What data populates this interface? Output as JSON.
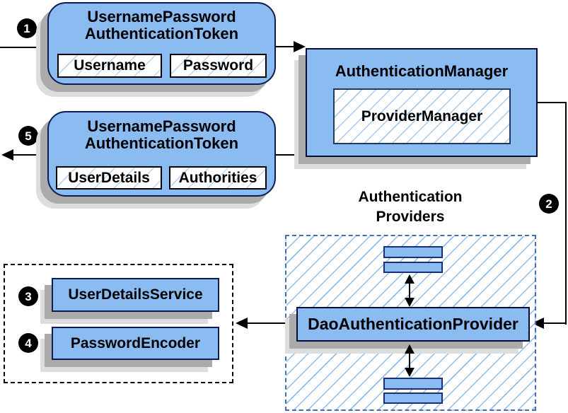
{
  "badges": {
    "step1": "1",
    "step2": "2",
    "step3": "3",
    "step4": "4",
    "step5": "5"
  },
  "request_token": {
    "title_line1": "UsernamePassword",
    "title_line2": "AuthenticationToken",
    "field_username": "Username",
    "field_password": "Password"
  },
  "authentication_manager": {
    "title": "AuthenticationManager",
    "provider_manager": "ProviderManager"
  },
  "response_token": {
    "title_line1": "UsernamePassword",
    "title_line2": "AuthenticationToken",
    "field_user_details": "UserDetails",
    "field_authorities": "Authorities"
  },
  "authentication_providers": {
    "label_line1": "Authentication",
    "label_line2": "Providers",
    "dao_provider": "DaoAuthenticationProvider"
  },
  "beans": {
    "user_details_service": "UserDetailsService",
    "password_encoder": "PasswordEncoder"
  },
  "colors": {
    "box_fill": "#8ABCF2",
    "dark_navy_border": "#0D1C52",
    "hatch_line": "#8FBDE9",
    "blue_dashed_border": "#3E6EB5",
    "black_dashed_border": "#000000",
    "shadow_dark": "#ABABAB",
    "shadow_light": "#DDDDDD",
    "arrow_color": "#000000"
  }
}
